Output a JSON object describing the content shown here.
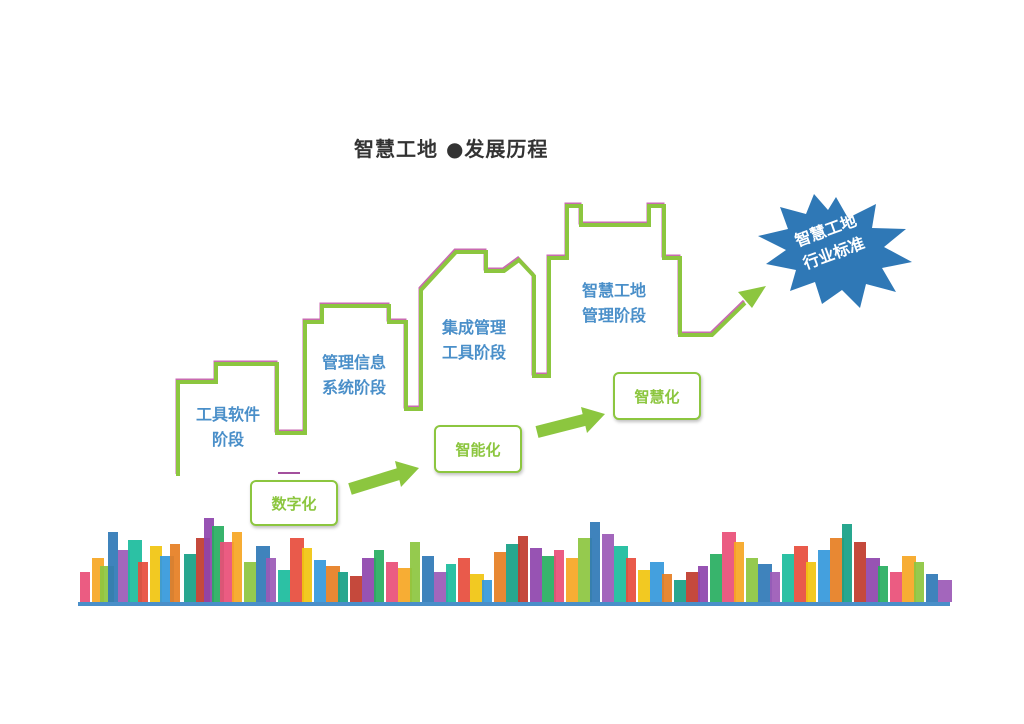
{
  "title": "智慧工地 ●发展历程",
  "stages": [
    {
      "line1": "工具软件",
      "line2": "阶段"
    },
    {
      "line1": "管理信息",
      "line2": "系统阶段"
    },
    {
      "line1": "集成管理",
      "line2": "工具阶段"
    },
    {
      "line1": "智慧工地",
      "line2": "管理阶段"
    }
  ],
  "milestones": [
    "数字化",
    "智能化",
    "智慧化"
  ],
  "burst": {
    "line1": "智慧工地",
    "line2": "行业标准"
  },
  "colors": {
    "green": "#8cc63f",
    "blue": "#4a8fc9",
    "burst": "#2f78b6",
    "title": "#333333"
  }
}
